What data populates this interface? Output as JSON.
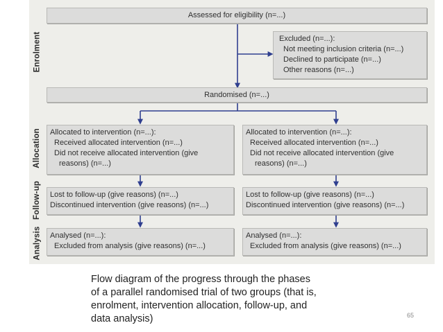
{
  "phases": {
    "enrolment": "Enrolment",
    "allocation": "Allocation",
    "followup": "Follow-up",
    "analysis": "Analysis"
  },
  "boxes": {
    "eligibility": "Assessed for eligibility (n=...)",
    "excluded": {
      "title": "Excluded (n=...):",
      "items": [
        "Not meeting inclusion criteria (n=...)",
        "Declined to participate (n=...)",
        "Other reasons (n=...)"
      ]
    },
    "randomised": "Randomised (n=...)",
    "allocated_left": {
      "title": "Allocated to intervention (n=...):",
      "items": [
        "Received allocated intervention (n=...)",
        "Did not receive allocated intervention (give",
        "reasons) (n=...)"
      ]
    },
    "allocated_right": {
      "title": "Allocated to intervention (n=...):",
      "items": [
        "Received allocated intervention (n=...)",
        "Did not receive allocated intervention (give",
        "reasons) (n=...)"
      ]
    },
    "followup_left": [
      "Lost to follow-up (give reasons) (n=...)",
      "Discontinued intervention (give reasons) (n=...)"
    ],
    "followup_right": [
      "Lost to follow-up (give reasons) (n=...)",
      "Discontinued intervention (give reasons) (n=...)"
    ],
    "analysed_left": {
      "title": "Analysed (n=...):",
      "item": "Excluded from analysis (give reasons) (n=...)"
    },
    "analysed_right": {
      "title": "Analysed (n=...):",
      "item": "Excluded from analysis (give reasons) (n=...)"
    }
  },
  "caption": [
    "Flow diagram of the progress through the phases",
    "of a parallel randomised trial of two groups (that is,",
    "enrolment, intervention allocation, follow-up, and",
    "data analysis)"
  ],
  "page_number": "65",
  "colors": {
    "arrow": "#2f3f8f",
    "box_fill": "#dcdcdb",
    "panel": "#eeeeea"
  }
}
